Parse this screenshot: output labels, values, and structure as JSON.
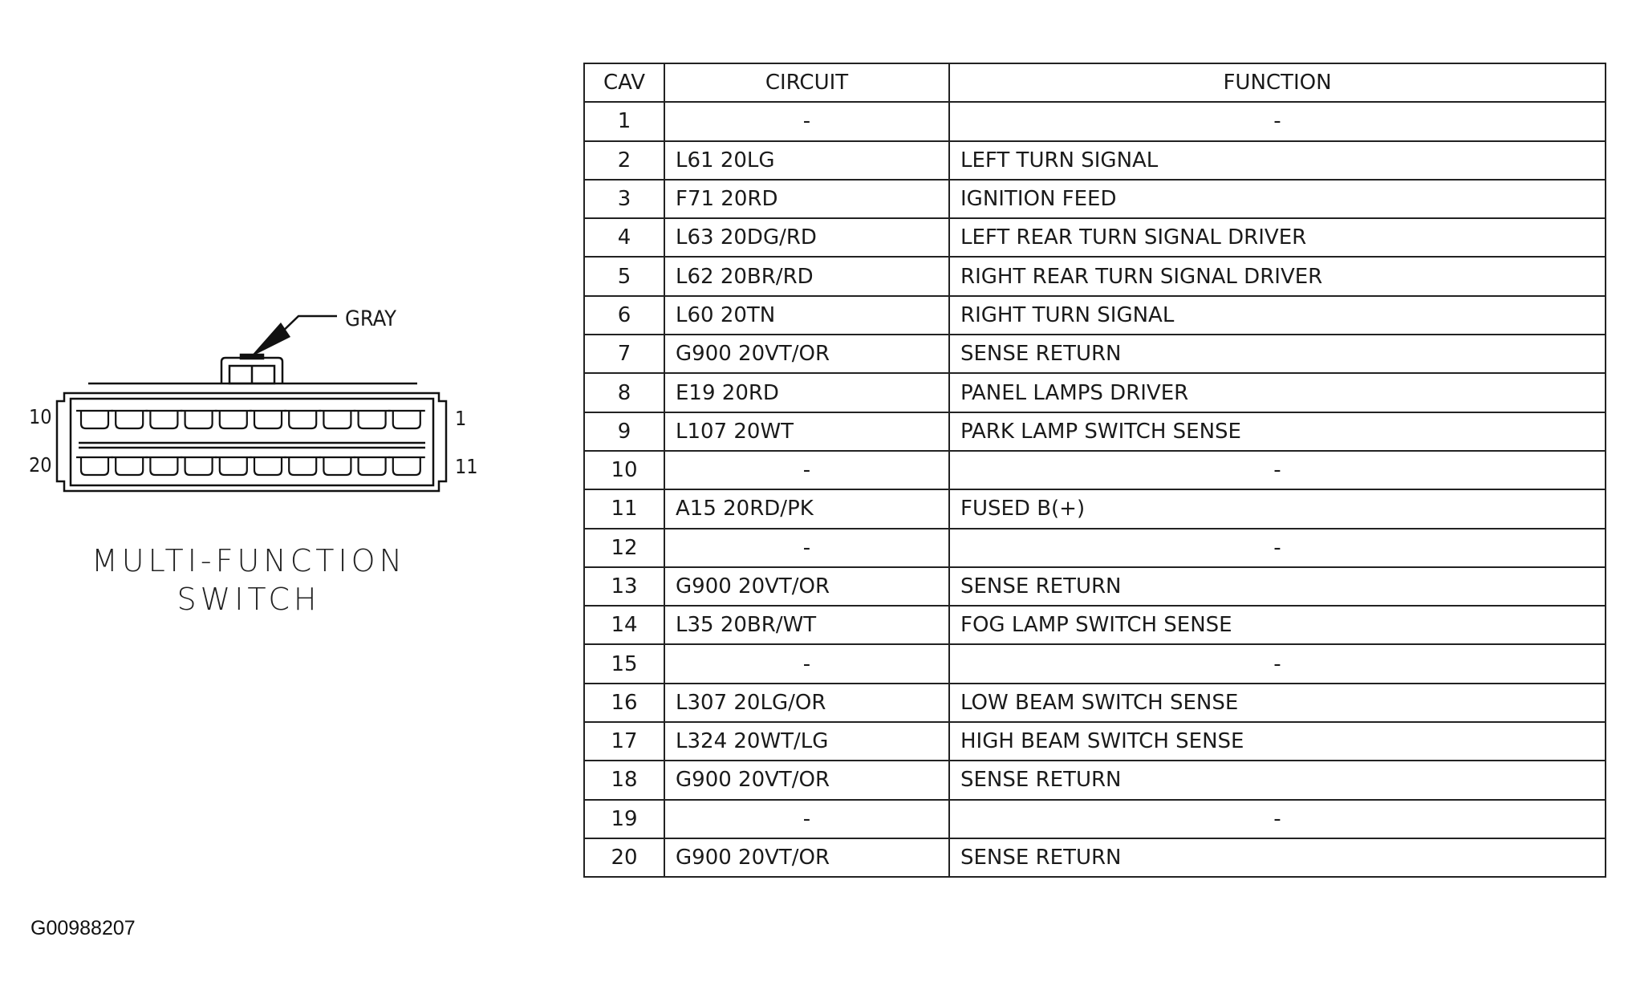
{
  "diagram": {
    "color_label": "GRAY",
    "pin_labels": {
      "top_left": "10",
      "top_right": "1",
      "bottom_left": "20",
      "bottom_right": "11"
    },
    "title_line1": "MULTI-FUNCTION",
    "title_line2": "SWITCH",
    "pin_count": 20
  },
  "figure_id": "G00988207",
  "table": {
    "headers": {
      "cav": "CAV",
      "circuit": "CIRCUIT",
      "function": "FUNCTION"
    },
    "rows": [
      {
        "cav": "1",
        "circuit": "-",
        "function": "-"
      },
      {
        "cav": "2",
        "circuit": "L61 20LG",
        "function": "LEFT TURN SIGNAL"
      },
      {
        "cav": "3",
        "circuit": "F71 20RD",
        "function": "IGNITION FEED"
      },
      {
        "cav": "4",
        "circuit": "L63 20DG/RD",
        "function": "LEFT REAR TURN SIGNAL DRIVER"
      },
      {
        "cav": "5",
        "circuit": "L62 20BR/RD",
        "function": "RIGHT REAR TURN SIGNAL DRIVER"
      },
      {
        "cav": "6",
        "circuit": "L60 20TN",
        "function": "RIGHT TURN SIGNAL"
      },
      {
        "cav": "7",
        "circuit": "G900 20VT/OR",
        "function": "SENSE RETURN"
      },
      {
        "cav": "8",
        "circuit": "E19 20RD",
        "function": "PANEL LAMPS DRIVER"
      },
      {
        "cav": "9",
        "circuit": "L107 20WT",
        "function": "PARK LAMP SWITCH SENSE"
      },
      {
        "cav": "10",
        "circuit": "-",
        "function": "-"
      },
      {
        "cav": "11",
        "circuit": "A15 20RD/PK",
        "function": "FUSED B(+)"
      },
      {
        "cav": "12",
        "circuit": "-",
        "function": "-"
      },
      {
        "cav": "13",
        "circuit": "G900 20VT/OR",
        "function": "SENSE RETURN"
      },
      {
        "cav": "14",
        "circuit": "L35 20BR/WT",
        "function": "FOG LAMP SWITCH SENSE"
      },
      {
        "cav": "15",
        "circuit": "-",
        "function": "-"
      },
      {
        "cav": "16",
        "circuit": "L307 20LG/OR",
        "function": "LOW BEAM SWITCH SENSE"
      },
      {
        "cav": "17",
        "circuit": "L324 20WT/LG",
        "function": "HIGH BEAM SWITCH SENSE"
      },
      {
        "cav": "18",
        "circuit": "G900 20VT/OR",
        "function": "SENSE RETURN"
      },
      {
        "cav": "19",
        "circuit": "-",
        "function": "-"
      },
      {
        "cav": "20",
        "circuit": "G900 20VT/OR",
        "function": "SENSE RETURN"
      }
    ]
  }
}
